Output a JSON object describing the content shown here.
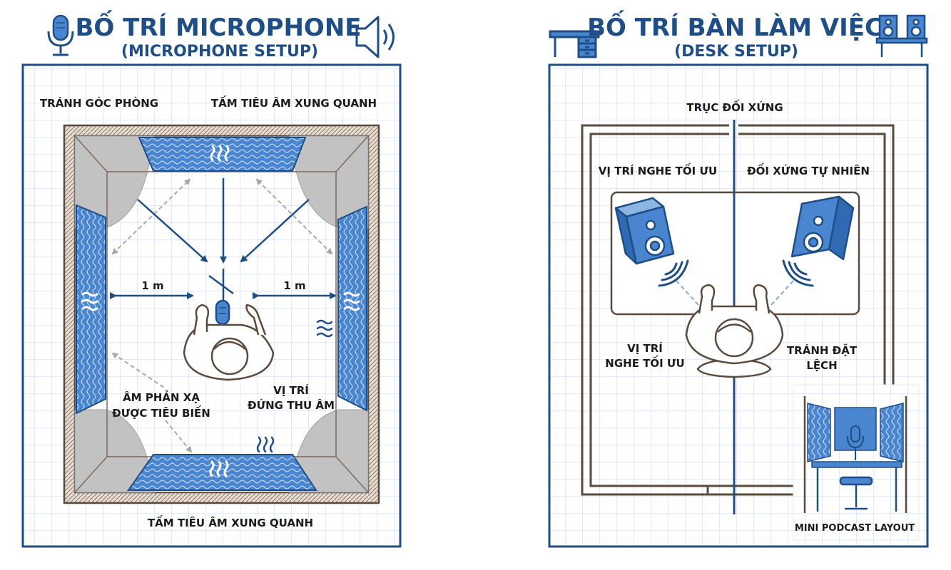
{
  "left_panel": {
    "title": "BỐ TRÍ MICROPHONE",
    "subtitle": "(MICROPHONE SETUP)",
    "labels": {
      "corner": "TRÁNH GÓC PHÒNG",
      "top_panels": "TẤM TIÊU ÂM XUNG QUANH",
      "bottom_panels": "TẤM TIÊU ÂM XUNG QUANH",
      "distance_left": "1 m",
      "distance_right": "1 m",
      "reflection_line1": "ÂM PHẢN XẠ",
      "reflection_line2": "ĐƯỢC TIÊU BIẾN",
      "position_line1": "VỊ TRÍ",
      "position_line2": "ĐỨNG THU ÂM"
    }
  },
  "right_panel": {
    "title": "BỐ TRÍ BÀN LÀM VIỆC",
    "subtitle": "(DESK SETUP)",
    "labels": {
      "axis": "TRỤC ĐỐI XỨNG",
      "optimal_listening": "VỊ TRÍ NGHE TỐI ƯU",
      "natural_symmetry": "ĐỐI XỨNG TỰ NHIÊN",
      "position_line1": "VỊ TRÍ",
      "position_line2": "NGHE TỐI ƯU",
      "avoid_line1": "TRÁNH ĐẶT",
      "avoid_line2": "LỆCH",
      "mini_layout": "MINI PODCAST LAYOUT"
    }
  },
  "colors": {
    "primary_blue": "#1f4e87",
    "panel_blue": "#4a86cf",
    "grid_line": "#c9d6e6",
    "wall_brown": "#5a4a3e",
    "corner_gray": "#b9b9b9"
  },
  "icons": [
    "microphone-icon",
    "speaker-icon",
    "desk-icon",
    "studio-monitors-icon"
  ]
}
